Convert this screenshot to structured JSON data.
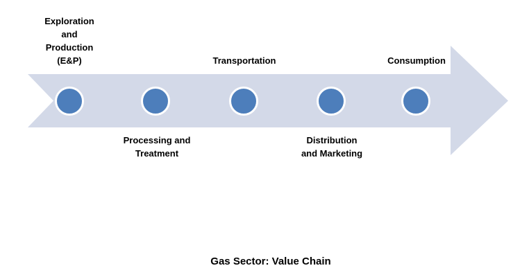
{
  "diagram": {
    "title": "Gas Sector: Value Chain",
    "shape": "right-arrow-with-chevron-tail",
    "node_count": 5,
    "stages": [
      {
        "label": "Exploration\nand\nProduction\n(E&P)",
        "label_position": "above"
      },
      {
        "label": "Processing and\nTreatment",
        "label_position": "below"
      },
      {
        "label": "Transportation",
        "label_position": "above"
      },
      {
        "label": "Distribution\nand Marketing",
        "label_position": "below"
      },
      {
        "label": "Consumption",
        "label_position": "above"
      }
    ],
    "colors": {
      "arrow_fill": "#D3D9E8",
      "node_fill": "#4D7EBB",
      "node_ring": "#FFFFFF",
      "text": "#000000",
      "background": "#FFFFFF"
    }
  }
}
